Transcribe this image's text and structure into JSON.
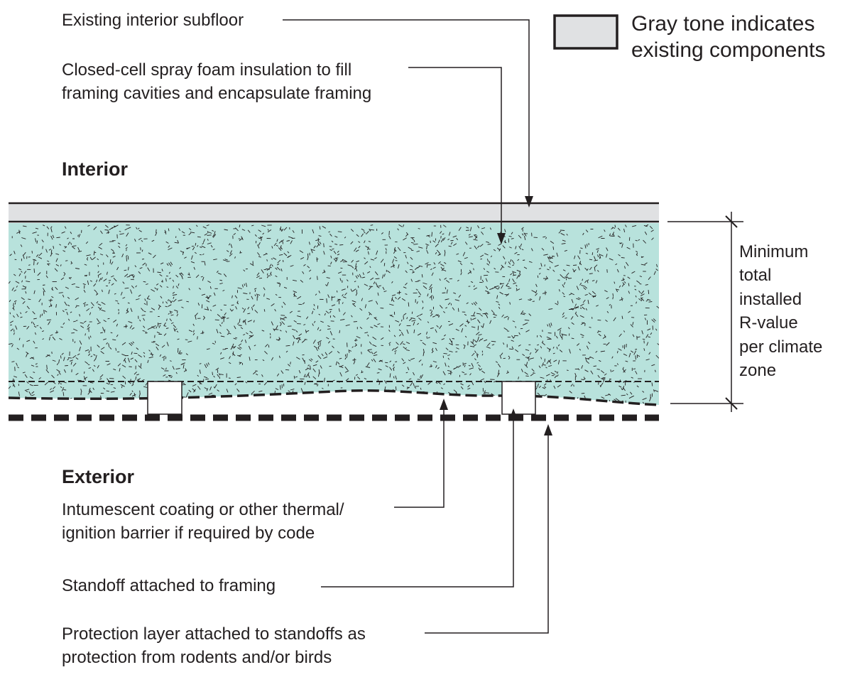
{
  "legend": {
    "text": "Gray tone indicates\nexisting components",
    "existing_color": "#e0e1e3"
  },
  "zones": {
    "interior": "Interior",
    "exterior": "Exterior"
  },
  "callouts": {
    "subfloor": "Existing interior subfloor",
    "spray_foam": "Closed-cell spray foam insulation to fill\nframing cavities and encapsulate framing",
    "thermal_barrier": "Intumescent coating or other thermal/\nignition barrier if required by code",
    "standoff": "Standoff attached to framing",
    "protection_layer": "Protection layer attached to standoffs as\nprotection from rodents and/or birds"
  },
  "dimension": {
    "label": "Minimum\ntotal\ninstalled\nR-value\nper climate\nzone"
  },
  "colors": {
    "foam": "#b8e2dc",
    "line": "#231f20"
  }
}
